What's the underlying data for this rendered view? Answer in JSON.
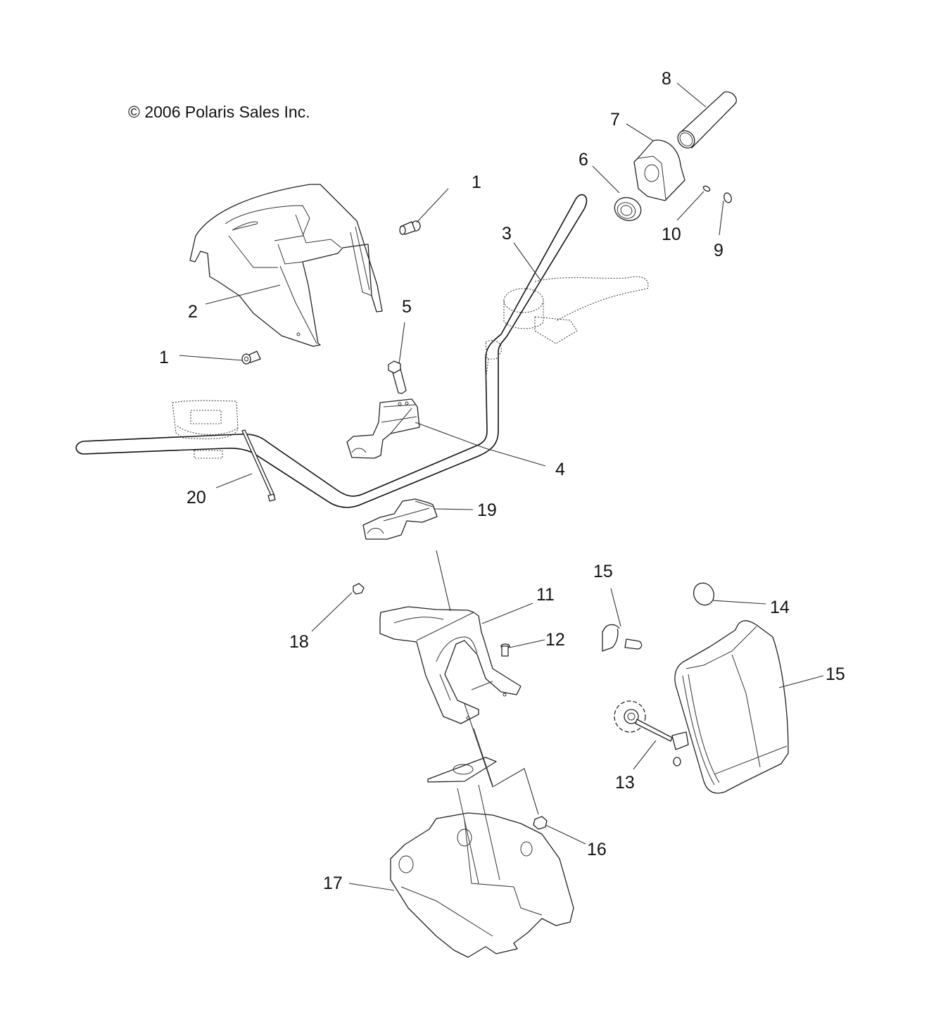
{
  "diagram": {
    "title": "Steering / Handlebar and Headlight Assembly",
    "copyright": "© 2006 Polaris Sales Inc.",
    "callouts": [
      {
        "id": "c1a",
        "label": "1",
        "part": "screw-upper"
      },
      {
        "id": "c1b",
        "label": "1",
        "part": "screw-lower"
      },
      {
        "id": "c2",
        "label": "2",
        "part": "handlebar-cover-upper"
      },
      {
        "id": "c3",
        "label": "3",
        "part": "handlebar"
      },
      {
        "id": "c4",
        "label": "4",
        "part": "handlebar-clamp-upper"
      },
      {
        "id": "c5",
        "label": "5",
        "part": "clamp-bolt"
      },
      {
        "id": "c6",
        "label": "6",
        "part": "grommet"
      },
      {
        "id": "c7",
        "label": "7",
        "part": "grip-end-block"
      },
      {
        "id": "c8",
        "label": "8",
        "part": "grip-tube"
      },
      {
        "id": "c9",
        "label": "9",
        "part": "small-cap"
      },
      {
        "id": "c10",
        "label": "10",
        "part": "set-screw"
      },
      {
        "id": "c11",
        "label": "11",
        "part": "headlight-bracket"
      },
      {
        "id": "c12",
        "label": "12",
        "part": "bracket-screw"
      },
      {
        "id": "c13",
        "label": "13",
        "part": "adjuster-wheel"
      },
      {
        "id": "c14",
        "label": "14",
        "part": "lens-plug"
      },
      {
        "id": "c15a",
        "label": "15",
        "part": "headlight-bulb"
      },
      {
        "id": "c15b",
        "label": "15",
        "part": "headlight-housing"
      },
      {
        "id": "c16",
        "label": "16",
        "part": "nut"
      },
      {
        "id": "c17",
        "label": "17",
        "part": "handlebar-cover-lower"
      },
      {
        "id": "c18",
        "label": "18",
        "part": "clip"
      },
      {
        "id": "c19",
        "label": "19",
        "part": "handlebar-clamp-lower"
      },
      {
        "id": "c20",
        "label": "20",
        "part": "cable-tie"
      }
    ]
  }
}
